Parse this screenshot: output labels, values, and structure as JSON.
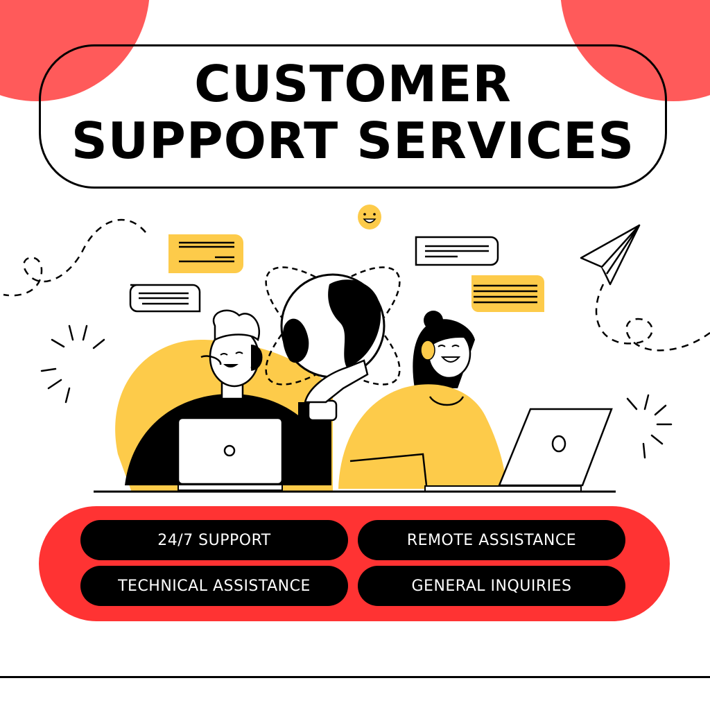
{
  "colors": {
    "accent_red": "#ff5a5a",
    "banner_red": "#ff3333",
    "yellow": "#fdcb4a",
    "black": "#000000",
    "white": "#ffffff"
  },
  "header": {
    "title_line1": "CUSTOMER",
    "title_line2": "SUPPORT SERVICES"
  },
  "illustration": {
    "description": "Two customer support agents with headsets at laptops, holding a globe, with chat bubbles, smiley, paper plane",
    "icons": [
      "smiley-icon",
      "chat-bubble-icon",
      "globe-icon",
      "paper-plane-icon",
      "laptop-icon",
      "headset-icon"
    ]
  },
  "features": {
    "items": [
      {
        "label": "24/7 SUPPORT"
      },
      {
        "label": "REMOTE ASSISTANCE"
      },
      {
        "label": "TECHNICAL ASSISTANCE"
      },
      {
        "label": "GENERAL INQUIRIES"
      }
    ]
  }
}
